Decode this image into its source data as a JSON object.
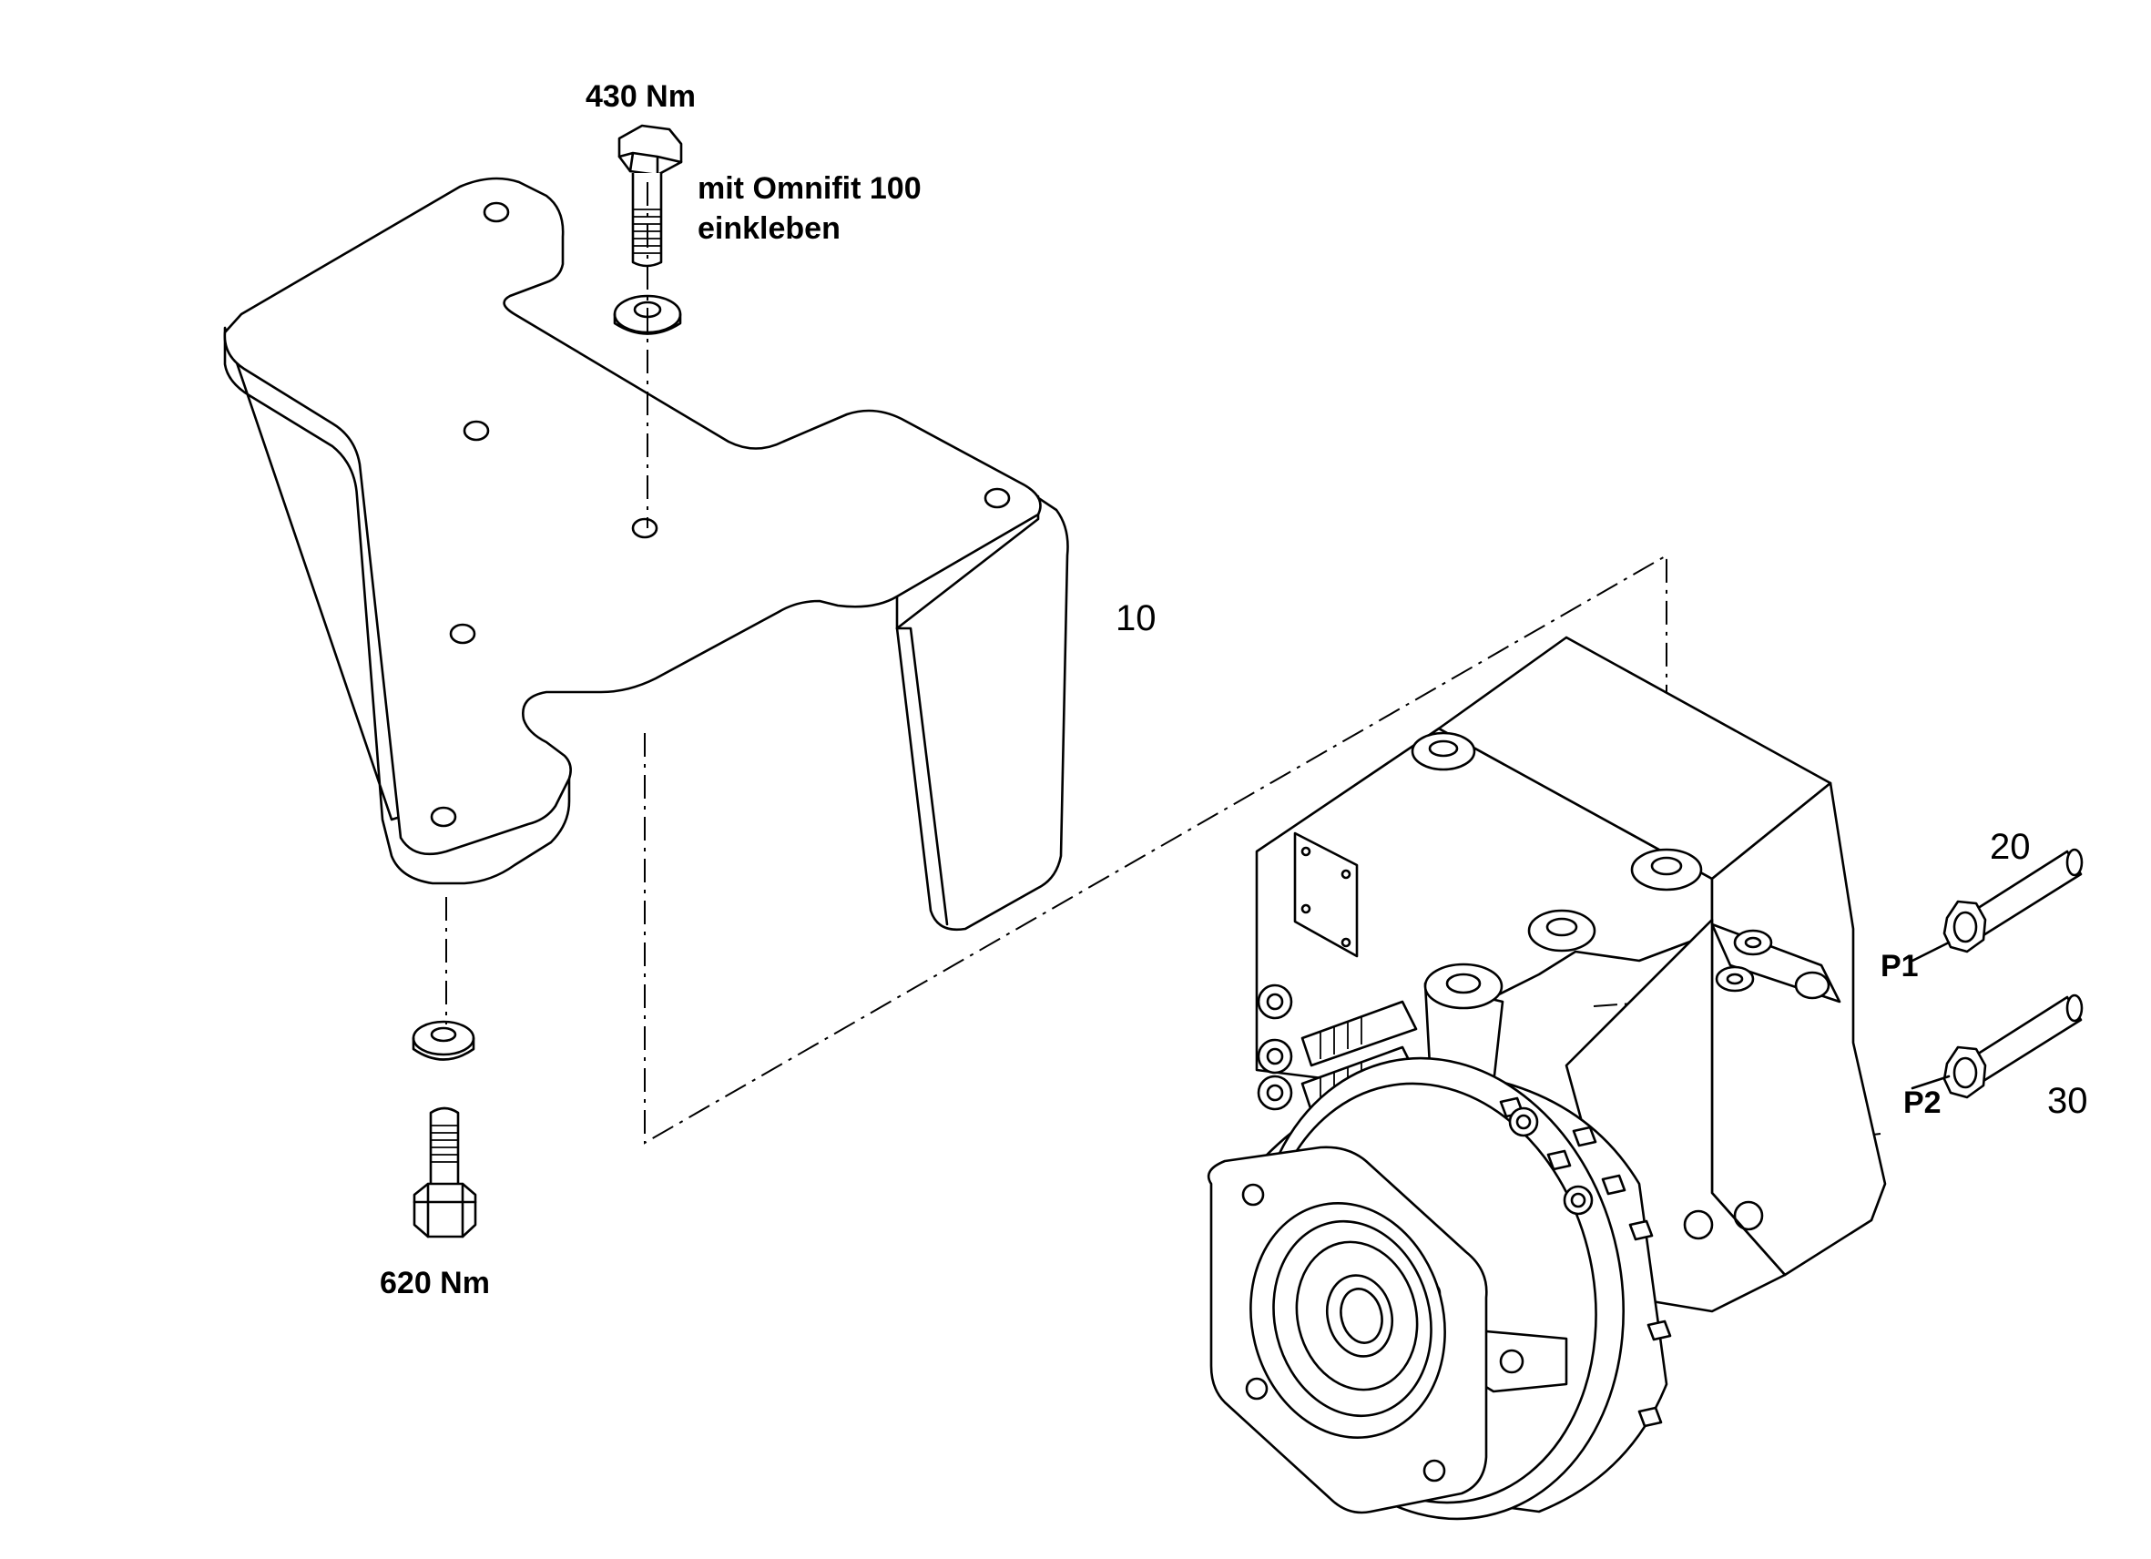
{
  "callouts": {
    "bolt_top_torque": "430 Nm",
    "bolt_top_note_line1": "mit Omnifit 100",
    "bolt_top_note_line2": "einkleben",
    "bolt_bottom_torque": "620 Nm",
    "bracket_item": "10",
    "fitting_p1_item": "20",
    "fitting_p2_item": "30",
    "port_p1": "P1",
    "port_p2": "P2"
  }
}
